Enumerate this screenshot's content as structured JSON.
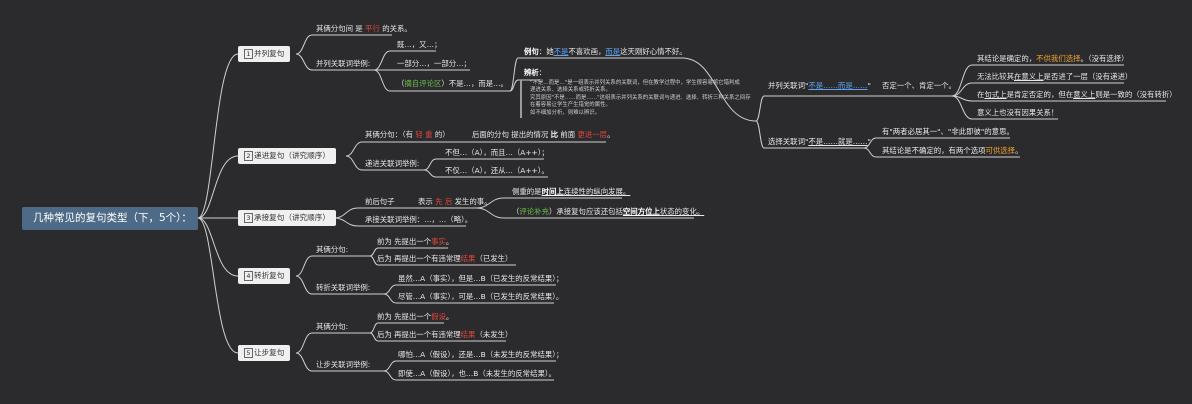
{
  "root": "几种常见的复句类型（下，5个）：",
  "b1": {
    "num": "1",
    "label": "并列复句",
    "r1_a": "其俩分句间 是 ",
    "r1_b": "平行",
    "r1_c": " 的关系。",
    "r2": "并列关联词举例:",
    "e1": "既…，又…；",
    "e2": "一部分…，一部分…；",
    "e3_a": "（",
    "e3_b": "摘自评论区",
    "e3_c": "）不是…，而是…。",
    "ex_label": "例句",
    "ex_a": "：她",
    "ex_b": "不是",
    "ex_c": "不喜欢画，",
    "ex_d": "而是",
    "ex_e": "这天刚好心情不好。",
    "an_label": "辨析",
    "an_c": "：",
    "an1": "\"不是…而是…\"是一组表示并列关系的关联词，但在教学过程中，学生很容易将它错判成",
    "an2": "递进关系、选择关系或转折关系。",
    "an3": "究其原因\"不是……而是……\"这组表示并列关系的关联词与递进、选择、转折三种关系之间存",
    "an4": "在着容易让学生产生错觉的属性。",
    "an5": "如不细加分析，则难以辨识。",
    "bl_a": "并列关联词\"",
    "bl_b": "不是……而是……",
    "bl_c": "\"",
    "bl_desc": "否定一个、肯定一个。",
    "f1_a": "其结论是确定的，",
    "f1_b": "不供我们选择",
    "f1_c": "。（没有选择）",
    "f2_a": "无法比较其",
    "f2_b": "在意义上",
    "f2_c": "是否进了一层（没有递进）",
    "f3_a": "在",
    "f3_b": "句式上",
    "f3_c": "是肯定否定的，但在",
    "f3_d": "意义上",
    "f3_e": "则是一致的（没有转折）",
    "f4": "意义上也没有因果关系！",
    "xl_a": "选择关联词\"",
    "xl_b": "不是……就是……",
    "xl_c": "\"",
    "x1": "有\"两者必居其一\"、\"非此即彼\"的意思。",
    "x2_a": "其结论是不确定的，有两个选项",
    "x2_b": "可供选择",
    "x2_c": "。"
  },
  "b2": {
    "num": "2",
    "label": "递进复句（讲究顺序）",
    "r1_a": "其俩分句：（有 ",
    "r1_b": "轻 重",
    "r1_c": " 的）",
    "r1_d": "后面的分句 提出的情况 ",
    "r1_e": "比",
    "r1_f": " 前面 ",
    "r1_g": "更进一层",
    "r1_h": "。",
    "r2": "递进关联词举例:",
    "e1": "不但…（A），而且…（A++）；",
    "e2": "不仅…（A），还从…（A++）。"
  },
  "b3": {
    "num": "3",
    "label": "承接复句（讲究顺序）",
    "r1": "前后句子",
    "r1_desc_a": "表示 ",
    "r1_desc_b": "先 后",
    "r1_desc_c": " 发生的事。",
    "r2": "承接关联词举例：…，…（略）。",
    "d1_a": "侧重的是",
    "d1_b": "时间上",
    "d1_c": "连续性的纵向发展。",
    "d2_a": "（",
    "d2_b": "评论补充",
    "d2_c": "）承接复句应该还包括",
    "d2_d": "空间方位上",
    "d2_e": "状态的变化。"
  },
  "b4": {
    "num": "4",
    "label": "转折复句",
    "r1": "其俩分句:",
    "a1_a": "前为 先提出一个",
    "a1_b": "事实",
    "a1_c": "。",
    "a2_a": "后为 再提出一个有违常理",
    "a2_b": "结果",
    "a2_c": "（已发生）",
    "r2": "转折关联词举例:",
    "e1": "虽然…A（事实），但是…B（已发生的反常结果）；",
    "e2": "尽管…A（事实），可是…B（已发生的反常结果）。"
  },
  "b5": {
    "num": "5",
    "label": "让步复句",
    "r1": "其俩分句:",
    "a1_a": "前为 先提出一个",
    "a1_b": "假设",
    "a1_c": "。",
    "a2_a": "后为 再提出一个有违常理",
    "a2_b": "结果",
    "a2_c": "（未发生）",
    "r2": "让步关联词举例:",
    "e1": "哪怕…A（假设），还是…B（未发生的反常结果）；",
    "e2": "即使…A（假设），也…B（未发生的反常结果）。"
  },
  "colors": {
    "background": "#2b2b2e",
    "root": "#4d6a86",
    "branch_box": "#f0f0f0",
    "line": "#d0d0d0",
    "red": "#e0453b",
    "blue": "#5ba3f0",
    "orange": "#f0a030",
    "green": "#6cc04a"
  }
}
